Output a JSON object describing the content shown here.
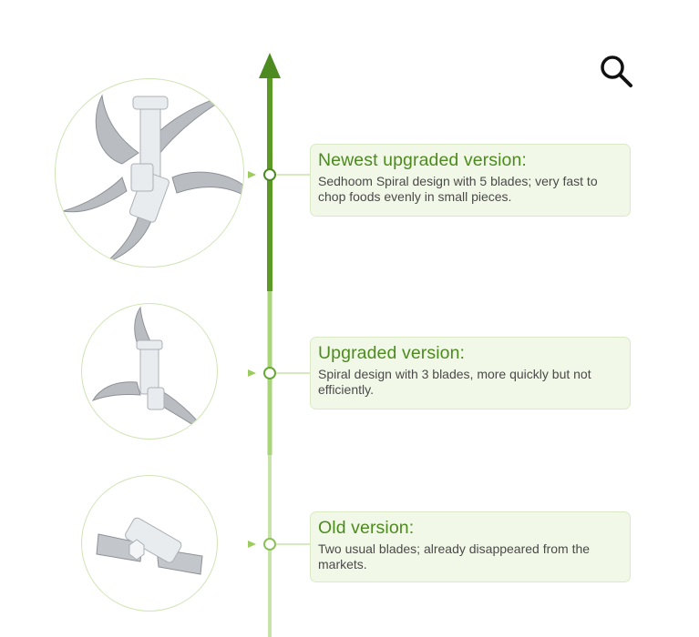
{
  "timeline": {
    "versions": [
      {
        "title": "Newest upgraded version:",
        "description": "Sedhoom Spiral design with 5 blades; very fast to chop foods evenly in small pieces.",
        "blade_count": 5
      },
      {
        "title": "Upgraded version:",
        "description": "Spiral design with 3 blades, more quickly but not efficiently.",
        "blade_count": 3
      },
      {
        "title": "Old version:",
        "description": "Two usual blades; already disappeared from the markets.",
        "blade_count": 2
      }
    ]
  },
  "toolbar": {
    "zoom_icon": "magnifier-icon"
  },
  "colors": {
    "accent_dark": "#4d8a1f",
    "accent_light": "#9ccc5e",
    "box_bg": "#f1f8e8",
    "box_border": "#d9eac5"
  }
}
